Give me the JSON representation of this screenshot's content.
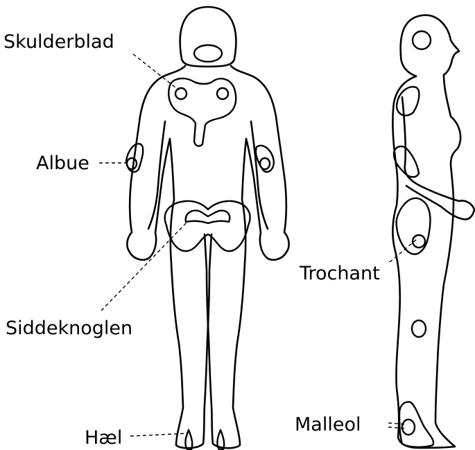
{
  "diagram": {
    "labels": {
      "skulderblad": "Skulderblad",
      "albue": "Albue",
      "siddeknoglen": "Siddeknoglen",
      "hael": "Hæl",
      "trochant": "Trochant",
      "malleol": "Malleol"
    }
  }
}
